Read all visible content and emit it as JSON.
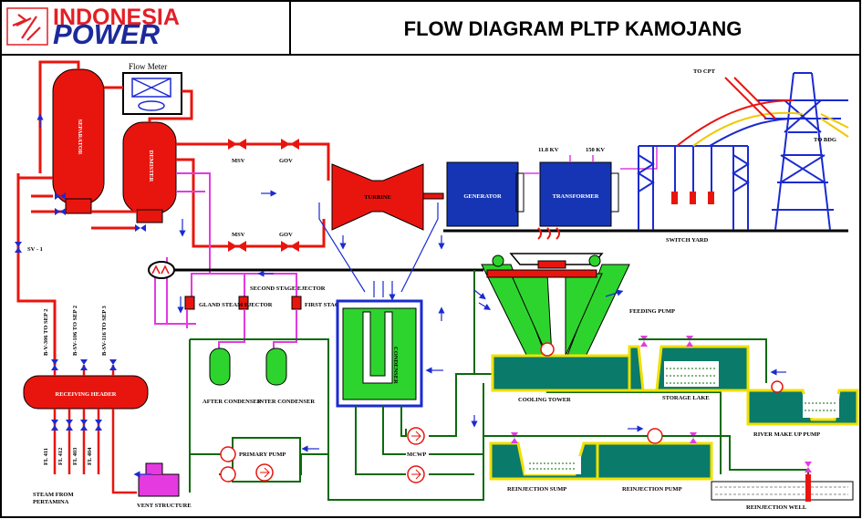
{
  "header": {
    "logo_line1": "INDONESIA",
    "logo_line2": "POWER",
    "title": "FLOW DIAGRAM PLTP KAMOJANG"
  },
  "labels": {
    "flow_meter": "Flow Meter",
    "separator": "SEPARATOR",
    "demister": "DEMISTER",
    "msv_top": "MSV",
    "gov_top": "GOV",
    "msv_bottom": "MSV",
    "gov_bottom": "GOV",
    "turbine": "TURBINE",
    "generator": "GENERATOR",
    "transformer": "TRANSFORMER",
    "kv_11_8": "11.8 KV",
    "kv_150": "150 KV",
    "to_cpt": "TO CPT",
    "to_bdg": "TO BDG",
    "switch_yard": "SWITCH YARD",
    "sv1": "SV - 1",
    "first_ejector": "FIRST STAGE EJECTOR",
    "second_ejector": "SECOND STAGE EJECTOR",
    "gland_ejector": "GLAND STEAM EJECTOR",
    "condenser": "CONDENSER",
    "after_condenser": "AFTER CONDENSER",
    "inter_condenser": "INTER CONDENSER",
    "feeding_pump": "FEEDING PUMP",
    "cooling_tower": "COOLING TOWER",
    "storage_lake": "STORAGE LAKE",
    "river_makeup_pump": "RIVER MAKE UP PUMP",
    "receiving_header": "RECEIVING HEADER",
    "primary_pump": "PRIMARY PUMP",
    "mcwp": "MCWP",
    "reinjection_sump": "REINJECTION SUMP",
    "reinjection_pump": "REINJECTION PUMP",
    "reinjection_well": "REINJECTION WELL",
    "vent_structure": "VENT STRUCTURE",
    "steam_from": "STEAM FROM",
    "pertamina": "PERTAMINA",
    "wells_up": [
      "B-V-306 TO SEP 2",
      "B-SV-106 TO SEP 2",
      "B-SV-116 TO SEP 3"
    ],
    "wells_down": [
      "FL 411",
      "FL 412",
      "FL 403",
      "FL 404"
    ]
  },
  "colors": {
    "steam_red": "#e8150e",
    "magenta": "#e43ae0",
    "green_pipe": "#0a6a0a",
    "vessel_green": "#2ed42e",
    "blue_box": "#1535b5",
    "water": "#0a7a6a"
  }
}
